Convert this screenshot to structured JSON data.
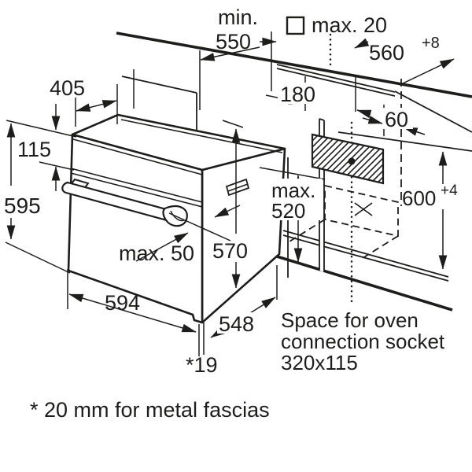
{
  "labels": {
    "min550_prefix": "min.",
    "min550_value": "550",
    "max20": "max. 20",
    "d560": "560",
    "d560_tol": "+8",
    "d405": "405",
    "d115": "115",
    "d595": "595",
    "d180": "180",
    "d60": "60",
    "max520_l1": "max.",
    "max520_l2": "520",
    "d570": "570",
    "d600": "600",
    "d600_tol": "+4",
    "max50": "max. 50",
    "d594": "594",
    "d548": "548",
    "star19": "*19",
    "socket_line1": "Space for oven",
    "socket_line2": "connection socket",
    "socket_line3": "320x115",
    "footnote": "* 20 mm for metal fascias"
  },
  "colors": {
    "background": "#ffffff",
    "line": "#1d1d1b"
  }
}
